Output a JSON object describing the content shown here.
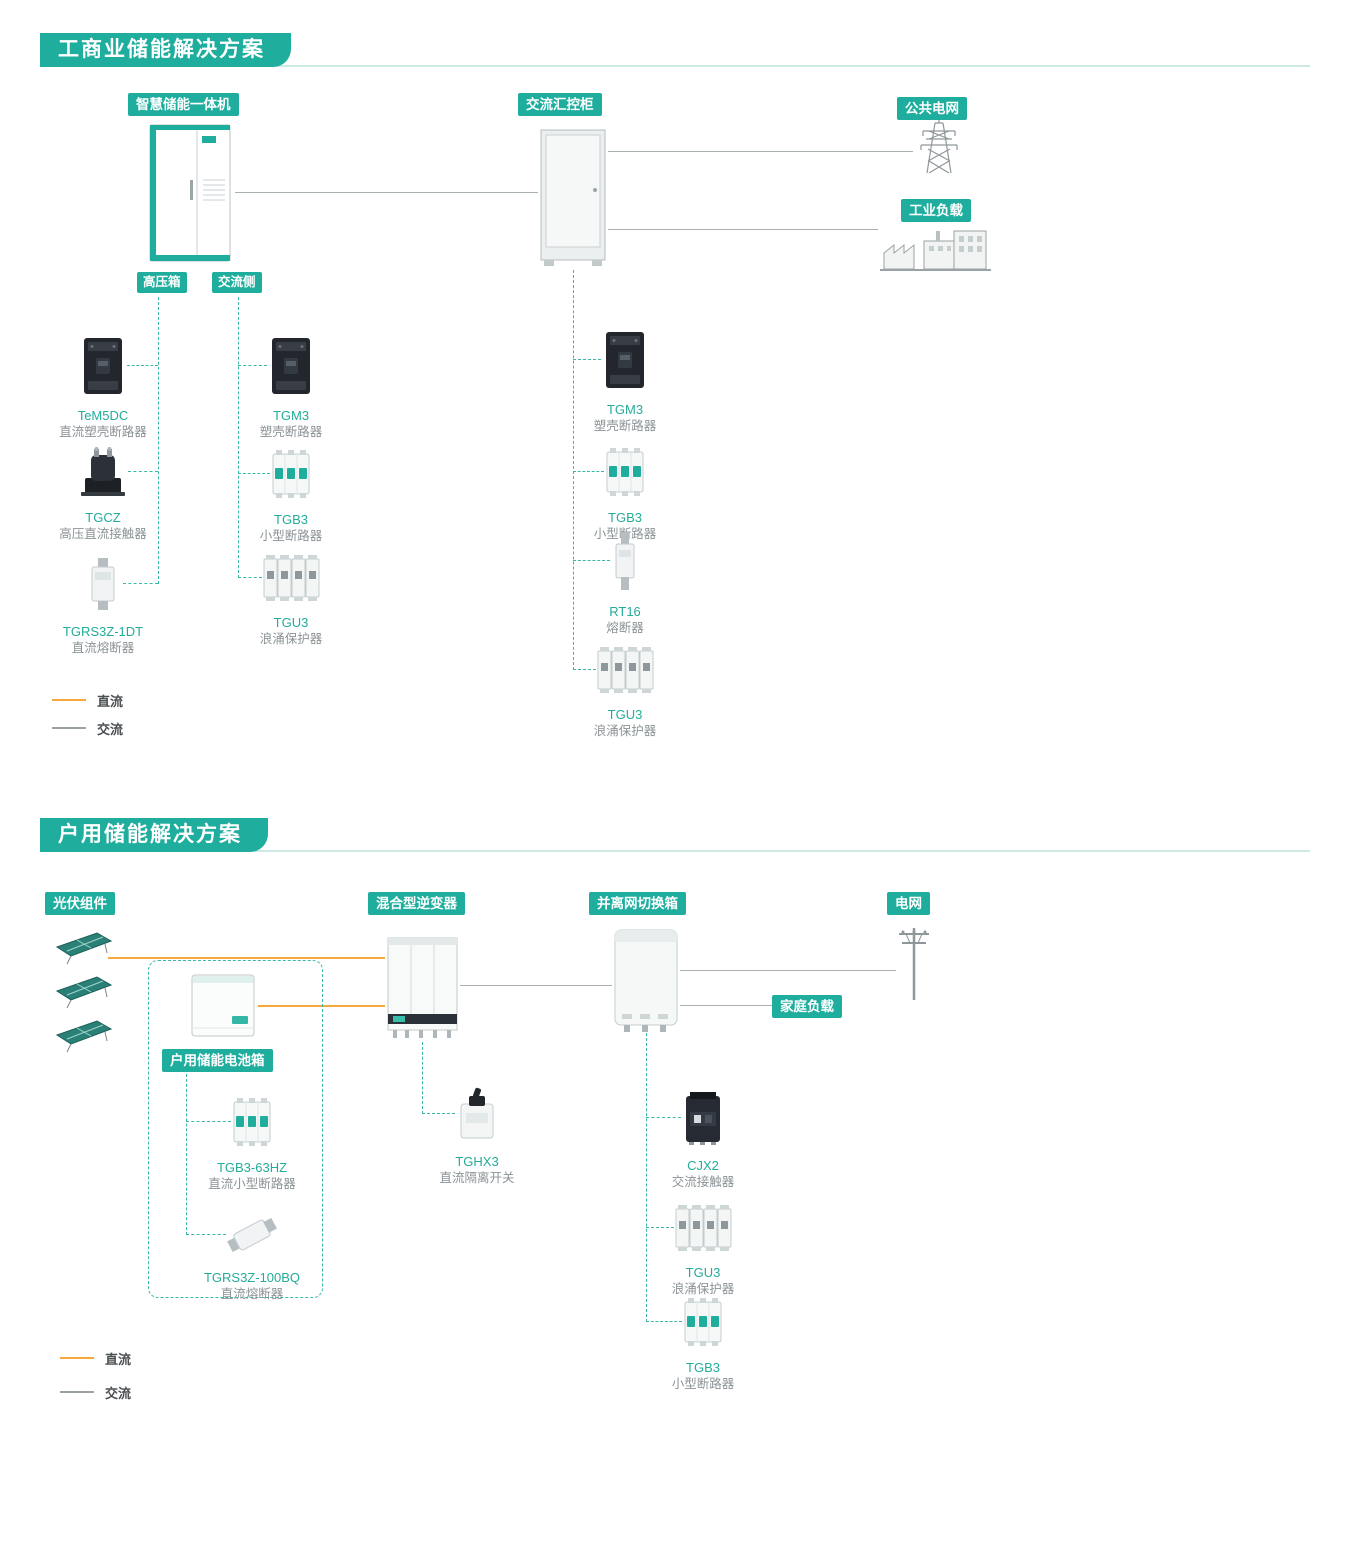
{
  "colors": {
    "accent": "#1fae9e",
    "dc": "#f6a83c",
    "ac": "#9aa2a5"
  },
  "section1": {
    "title": "工商业储能解决方案",
    "badges": {
      "storage": "智慧储能一体机",
      "ac_cabinet": "交流汇控柜",
      "public_grid": "公共电网",
      "industrial_load": "工业负载",
      "hv_box": "高压箱",
      "ac_side": "交流侧"
    },
    "hv_products": [
      {
        "model": "TeM5DC",
        "desc": "直流塑壳断路器"
      },
      {
        "model": "TGCZ",
        "desc": "高压直流接触器"
      },
      {
        "model": "TGRS3Z-1DT",
        "desc": "直流熔断器"
      }
    ],
    "ac_side_products": [
      {
        "model": "TGM3",
        "desc": "塑壳断路器"
      },
      {
        "model": "TGB3",
        "desc": "小型断路器"
      },
      {
        "model": "TGU3",
        "desc": "浪涌保护器"
      }
    ],
    "ac_cabinet_products": [
      {
        "model": "TGM3",
        "desc": "塑壳断路器"
      },
      {
        "model": "TGB3",
        "desc": "小型断路器"
      },
      {
        "model": "RT16",
        "desc": "熔断器"
      },
      {
        "model": "TGU3",
        "desc": "浪涌保护器"
      }
    ],
    "legend": {
      "dc": "直流",
      "ac": "交流"
    }
  },
  "section2": {
    "title": "户用储能解决方案",
    "badges": {
      "pv": "光伏组件",
      "inverter": "混合型逆变器",
      "switch_box": "并离网切换箱",
      "grid": "电网",
      "home_load": "家庭负载",
      "battery_box": "户用储能电池箱"
    },
    "battery_products": [
      {
        "model": "TGB3-63HZ",
        "desc": "直流小型断路器"
      },
      {
        "model": "TGRS3Z-100BQ",
        "desc": "直流熔断器"
      }
    ],
    "inverter_products": [
      {
        "model": "TGHX3",
        "desc": "直流隔离开关"
      }
    ],
    "switch_products": [
      {
        "model": "CJX2",
        "desc": "交流接触器"
      },
      {
        "model": "TGU3",
        "desc": "浪涌保护器"
      },
      {
        "model": "TGB3",
        "desc": "小型断路器"
      }
    ],
    "legend": {
      "dc": "直流",
      "ac": "交流"
    }
  }
}
